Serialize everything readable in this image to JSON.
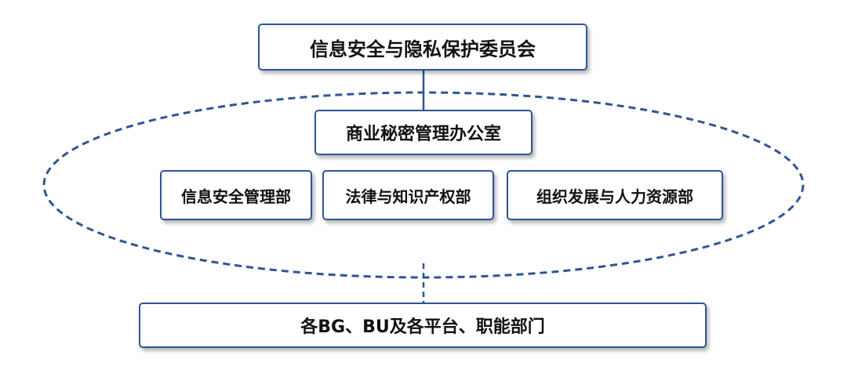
{
  "diagram": {
    "committee": "信息安全与隐私保护委员会",
    "office": "商业秘密管理办公室",
    "departments": [
      "信息安全管理部",
      "法律与知识产权部",
      "组织发展与人力资源部"
    ],
    "units": "各BG、BU及各平台、职能部门"
  },
  "colors": {
    "border": "#2e5596",
    "dashed_ellipse": "#2e5596",
    "text": "#111111",
    "background": "#ffffff"
  }
}
